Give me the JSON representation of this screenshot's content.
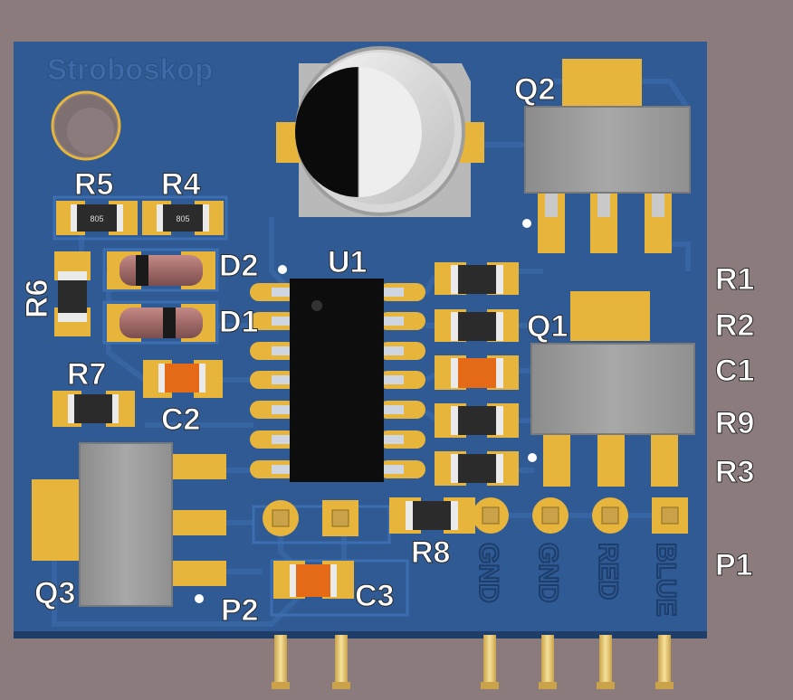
{
  "colors": {
    "background": "#8b7b7c",
    "board": "#2f5a94",
    "pad": "#e8b53c",
    "silkscreen": "#ffffff",
    "ic": "#0d0d0d",
    "heatsink": "#9a9a9a",
    "capacitor_orange": "#e46a18",
    "resistor_black": "#2b2b2b",
    "pin": "#e4c56a"
  },
  "board_title": "Stroboskop",
  "labels": {
    "q2": "Q2",
    "q1": "Q1",
    "q3": "Q3",
    "u1": "U1",
    "r1": "R1",
    "r2": "R2",
    "r3": "R3",
    "r4": "R4",
    "r5": "R5",
    "r6": "R6",
    "r7": "R7",
    "r8": "R8",
    "r9": "R9",
    "c1": "C1",
    "c2": "C2",
    "c3": "C3",
    "d1": "D1",
    "d2": "D2",
    "p1": "P1",
    "p2": "P2"
  },
  "pin_labels": {
    "gnd1": "GND",
    "gnd2": "GND",
    "red": "RED",
    "blue": "BLUE"
  },
  "package_code": "805"
}
